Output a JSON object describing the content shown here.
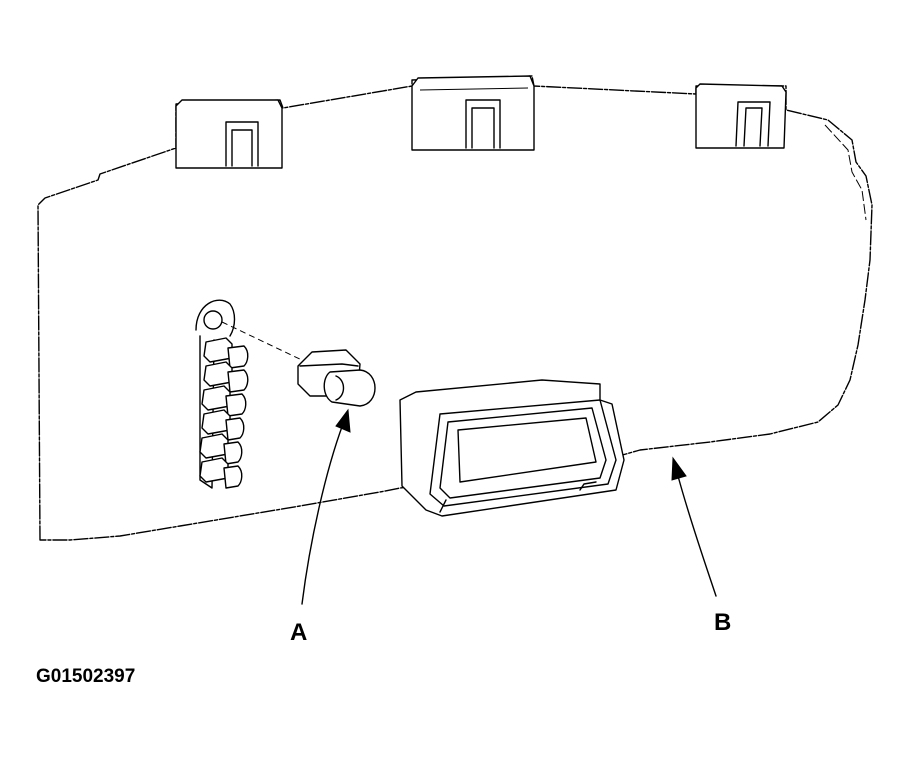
{
  "labels": {
    "a": "A",
    "b": "B"
  },
  "figure_id": "G01502397",
  "colors": {
    "line": "#000000",
    "background": "#ffffff"
  }
}
